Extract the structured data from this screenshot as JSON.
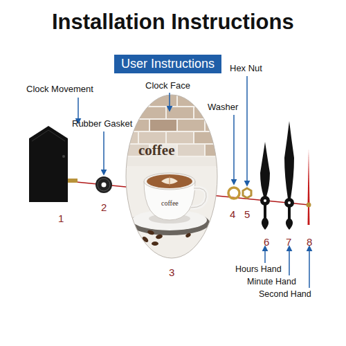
{
  "diagram": {
    "title": "Installation Instructions",
    "nodes": [
      {
        "text": [
          "User Instructions"
        ]
      }
    ],
    "labels": [
      "Clock Movement",
      "Rubber Gasket",
      "Clock Face",
      "coffee",
      "coffee",
      "Washer",
      "Hex Nut",
      "1",
      "2",
      "3",
      "4",
      "5",
      "6",
      "7",
      "8",
      "Hours Hand",
      "Minute Hand",
      "Second Hand"
    ]
  }
}
